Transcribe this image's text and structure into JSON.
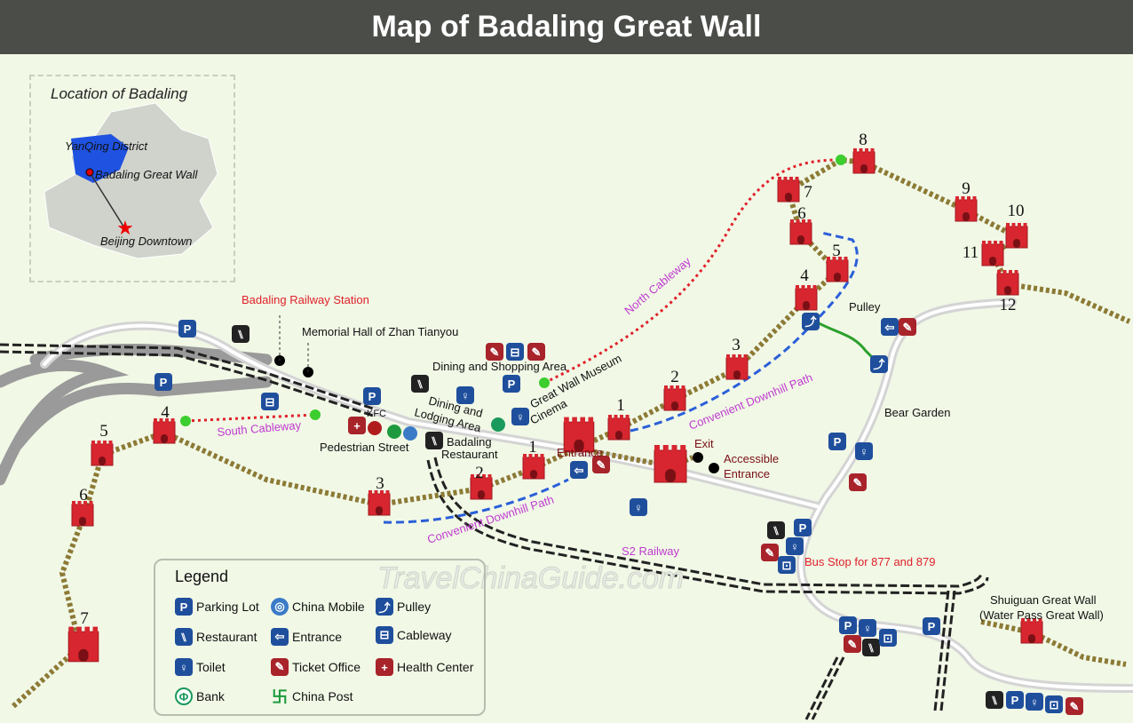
{
  "title": "Map of Badaling Great Wall",
  "inset": {
    "title": "Location of Badaling",
    "district": "YanQing District",
    "site": "Badaling Great Wall",
    "downtown": "Beijing Downtown"
  },
  "labels": {
    "railway_station": "Badaling Railway Station",
    "memorial": "Memorial Hall of Zhan Tianyou",
    "dining_shopping": "Dining and Shopping Area",
    "dining_lodging_1": "Dining and",
    "dining_lodging_2": "Lodging Area",
    "museum": "Great Wall Museum",
    "cinema": "Cinema",
    "kfc": "KFC",
    "pedestrian": "Pedestrian Street",
    "restaurant_1": "Badaling",
    "restaurant_2": "Restaurant",
    "entrance": "Entrance",
    "exit": "Exit",
    "accessible_1": "Accessible",
    "accessible_2": "Entrance",
    "north_cableway": "North Cableway",
    "south_cableway": "South Cableway",
    "downhill_1": "Convenient Downhill Path",
    "downhill_2": "Convenient Downhill Path",
    "pulley": "Pulley",
    "bear_garden": "Bear Garden",
    "s2": "S2 Railway",
    "bus_stop": "Bus Stop for 877 and 879",
    "shuiguan_1": "Shuiguan Great Wall",
    "shuiguan_2": "(Water Pass Great Wall)",
    "watermark": "TravelChinaGuide.com"
  },
  "towers_north": [
    "1",
    "2",
    "3",
    "4",
    "5",
    "6",
    "7",
    "8",
    "9",
    "10",
    "11",
    "12"
  ],
  "towers_south": [
    "1",
    "2",
    "3",
    "4",
    "5",
    "6",
    "7"
  ],
  "legend": {
    "title": "Legend",
    "items": [
      "Parking Lot",
      "China Mobile",
      "Pulley",
      "Restaurant",
      "Entrance",
      "Cableway",
      "Toilet",
      "Ticket Office",
      "Health Center",
      "Bank",
      "China Post"
    ]
  },
  "colors": {
    "wall": "#8c7a35",
    "tower": "#d7262f",
    "cableway": "#e0202a",
    "downhill": "#2b5fd8",
    "pulley_path": "#2ca02c",
    "icon_blue": "#1f4f9c",
    "icon_red": "#a8232a"
  }
}
